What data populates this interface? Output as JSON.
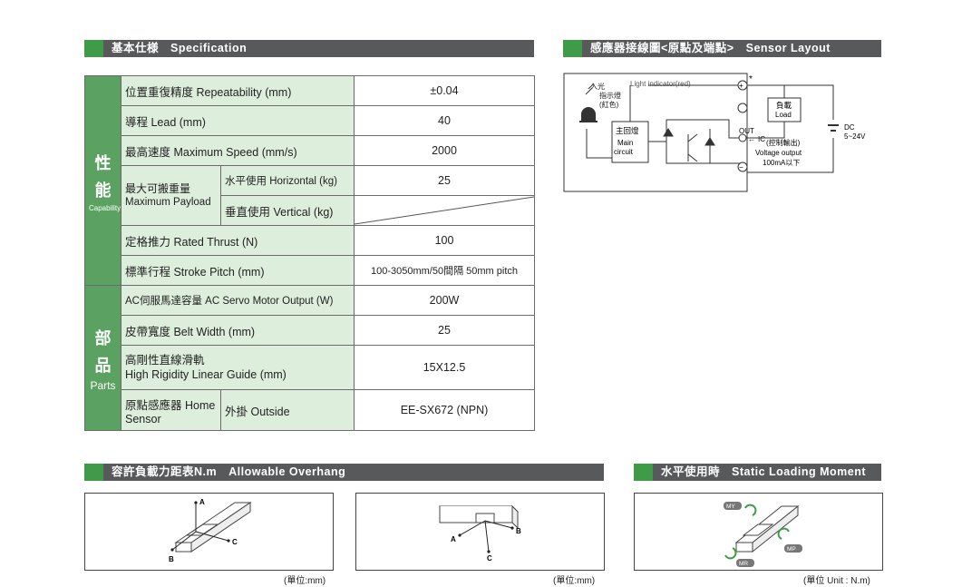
{
  "headers": {
    "spec": "基本仕様　Specification",
    "sensor": "感應器接線圖<原點及端點>　Sensor Layout",
    "overhang": "容許負載力距表N.m　Allowable Overhang",
    "static": "水平使用時　Static Loading Moment"
  },
  "side": {
    "capability_zh1": "性",
    "capability_zh2": "能",
    "capability_en": "Capability",
    "parts_zh1": "部",
    "parts_zh2": "品",
    "parts_en": "Parts"
  },
  "spec_rows": {
    "repeatability": {
      "label": "位置重復精度  Repeatability (mm)",
      "value": "±0.04"
    },
    "lead": {
      "label": "導程  Lead (mm)",
      "value": "40"
    },
    "max_speed": {
      "label": "最高速度  Maximum Speed (mm/s)",
      "value": "2000"
    },
    "payload": {
      "label_zh": "最大可搬重量",
      "label_en": "Maximum Payload",
      "horizontal_label": "水平使用 Horizontal (kg)",
      "horizontal_value": "25",
      "vertical_label": "垂直使用 Vertical (kg)"
    },
    "thrust": {
      "label": "定格推力 Rated Thrust (N)",
      "value": "100"
    },
    "stroke": {
      "label": "標準行程 Stroke Pitch (mm)",
      "value": "100-3050mm/50間隔  50mm pitch"
    },
    "motor": {
      "label": "AC伺服馬達容量 AC Servo Motor Output (W)",
      "value": "200W"
    },
    "belt": {
      "label": "皮帶寬度 Belt Width (mm)",
      "value": "25"
    },
    "guide": {
      "label_zh": "高剛性直線滑軌",
      "label_en": "High Rigidity Linear Guide (mm)",
      "value": "15X12.5"
    },
    "home": {
      "label": "原點感應器 Home Sensor",
      "sub": "外掛 Outside",
      "value": "EE-SX672 (NPN)"
    }
  },
  "sensor": {
    "light_indicator": "Light indicator(red)",
    "in_light": "入光",
    "indicator_zh": "指示燈",
    "red_zh": "(紅色)",
    "main_zh": "主回燈",
    "main_en1": "Main",
    "main_en2": "circuit",
    "load_zh": "負載",
    "load_en": "Load",
    "out": "OUT",
    "ic": "IC",
    "control_out": "(控制輸出)",
    "voltage_output": "Voltage output",
    "current": "100mA以下",
    "dc": "DC",
    "dc_range": "5~24V",
    "star": "*"
  },
  "diagrams": {
    "a": "A",
    "b": "B",
    "c": "C",
    "my": "MY",
    "mp": "MP",
    "mr": "MR"
  },
  "units": {
    "mm1": "(單位:mm)",
    "mm2": "(單位:mm)",
    "nm": "(單位 Unit : N.m)"
  },
  "colors": {
    "green": "#3f9b48",
    "side_green": "#5ba262",
    "header_gray": "#58595b",
    "label_bg": "#ddeedd"
  }
}
